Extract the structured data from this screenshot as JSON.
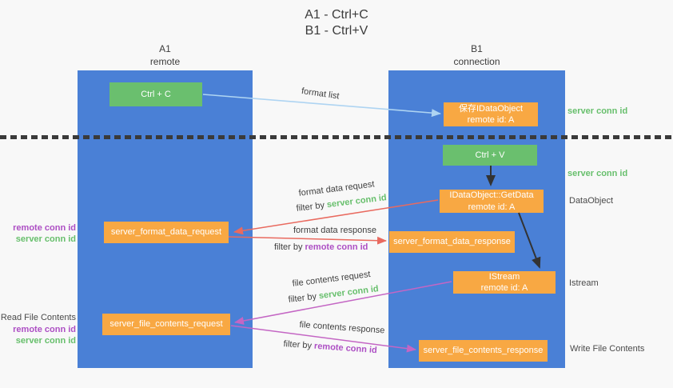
{
  "title": {
    "line1": "A1 - Ctrl+C",
    "line2": "B1 - Ctrl+V"
  },
  "columns": {
    "a": {
      "name": "A1",
      "role": "remote"
    },
    "b": {
      "name": "B1",
      "role": "connection"
    }
  },
  "boxes": {
    "ctrl_c": {
      "label": "Ctrl + C"
    },
    "save_dataobject": {
      "line1": "保存IDataObject",
      "line2": "remote id: A"
    },
    "ctrl_v": {
      "label": "Ctrl + V"
    },
    "getdata": {
      "line1": "IDataObject::GetData",
      "line2": "remote id: A"
    },
    "format_request": {
      "label": "server_format_data_request"
    },
    "format_response": {
      "label": "server_format_data_response"
    },
    "istream": {
      "line1": "IStream",
      "line2": "remote id: A"
    },
    "file_request": {
      "label": "server_file_contents_request"
    },
    "file_response": {
      "label": "server_file_contents_response"
    }
  },
  "edge_labels": {
    "format_list": "format list",
    "format_data_request": "format data request",
    "format_data_response": "format data response",
    "file_contents_request": "file contents request",
    "file_contents_response": "file contents response",
    "filter_by": "filter by",
    "server_conn_id": "server conn id",
    "remote_conn_id": "remote conn id"
  },
  "annotations": {
    "right_server_conn_id_top": "server conn id",
    "right_server_conn_id_mid": "server conn id",
    "right_dataobject": "DataObject",
    "right_istream": "Istream",
    "right_write_file_contents": "Write File Contents",
    "left_remote_conn_id_1": "remote conn id",
    "left_server_conn_id_1": "server conn id",
    "left_read_file_contents": "Read File Contents",
    "left_remote_conn_id_2": "remote conn id",
    "left_server_conn_id_2": "server conn id"
  },
  "colors": {
    "column_blue": "#4a80d6",
    "node_green": "#6abf6e",
    "node_orange": "#f8a843",
    "accent_green": "#67bf6c",
    "accent_purple": "#ad4fc4",
    "arrow_red": "#e96a5f",
    "arrow_purple": "#c466c4",
    "arrow_blue": "#aed4f2",
    "arrow_black": "#333333"
  }
}
